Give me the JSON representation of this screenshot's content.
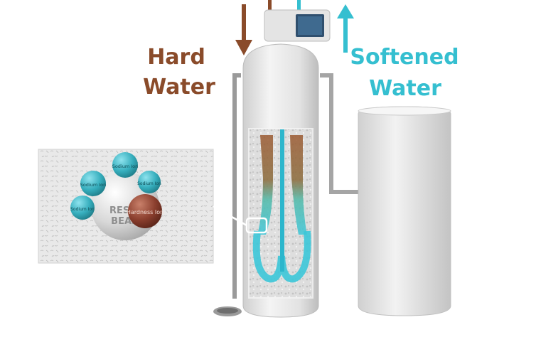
{
  "labels": {
    "hard_water": [
      "Hard",
      "Water"
    ],
    "softened_water": [
      "Softened",
      "Water"
    ]
  },
  "inset": {
    "center_bead": [
      "RESIN",
      "BEAD"
    ],
    "ions": [
      {
        "label": "Sodium Ion",
        "kind": "sodium"
      },
      {
        "label": "Sodium Ion",
        "kind": "sodium"
      },
      {
        "label": "Sodium Ion",
        "kind": "sodium"
      },
      {
        "label": "Sodium Ion",
        "kind": "sodium"
      },
      {
        "label": "Hardness Ion",
        "kind": "hardness"
      }
    ]
  },
  "colors": {
    "hard_water": "#8a4b2a",
    "softened_water": "#35bfd0",
    "sodium_ion": "#2fa8b8",
    "hardness_ion": "#8b3f2e",
    "tank": "#e6e6e6"
  },
  "icons": {
    "hard_water_arrow": "arrow-down-icon",
    "softened_water_arrow": "arrow-up-icon",
    "control_display": "display-icon",
    "drain": "drain-icon"
  }
}
